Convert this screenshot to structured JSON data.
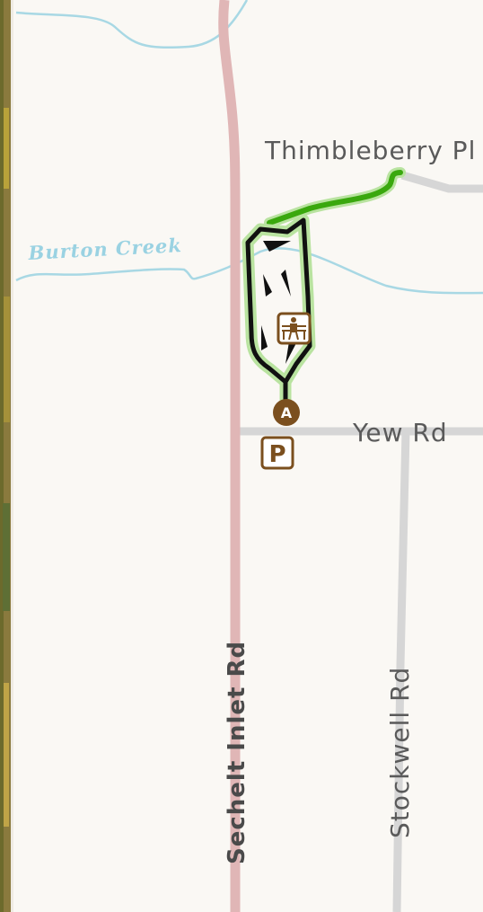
{
  "map": {
    "roads": {
      "thimbleberry": "Thimbleberry Pl",
      "yew": "Yew Rd",
      "sechelt": "Sechelt Inlet Rd",
      "stockwell": "Stockwell Rd"
    },
    "water": {
      "creek": "Burton Creek"
    },
    "markers": {
      "trailhead_letter": "A",
      "parking_letter": "P"
    },
    "icons": {
      "trailhead": "trailhead-marker-icon",
      "parking": "parking-icon",
      "viewpoint": "bench-viewpoint-icon",
      "direction": "direction-arrow-icon"
    },
    "colors": {
      "background": "#faf8f4",
      "highway": "#e0b6b6",
      "road": "#d6d6d6",
      "water": "#a8d8e4",
      "trail_route": "#3aa80e",
      "trail_halo": "#b9e3a0",
      "trail_loop": "#111111",
      "poi_brown": "#7b4f1e"
    }
  }
}
